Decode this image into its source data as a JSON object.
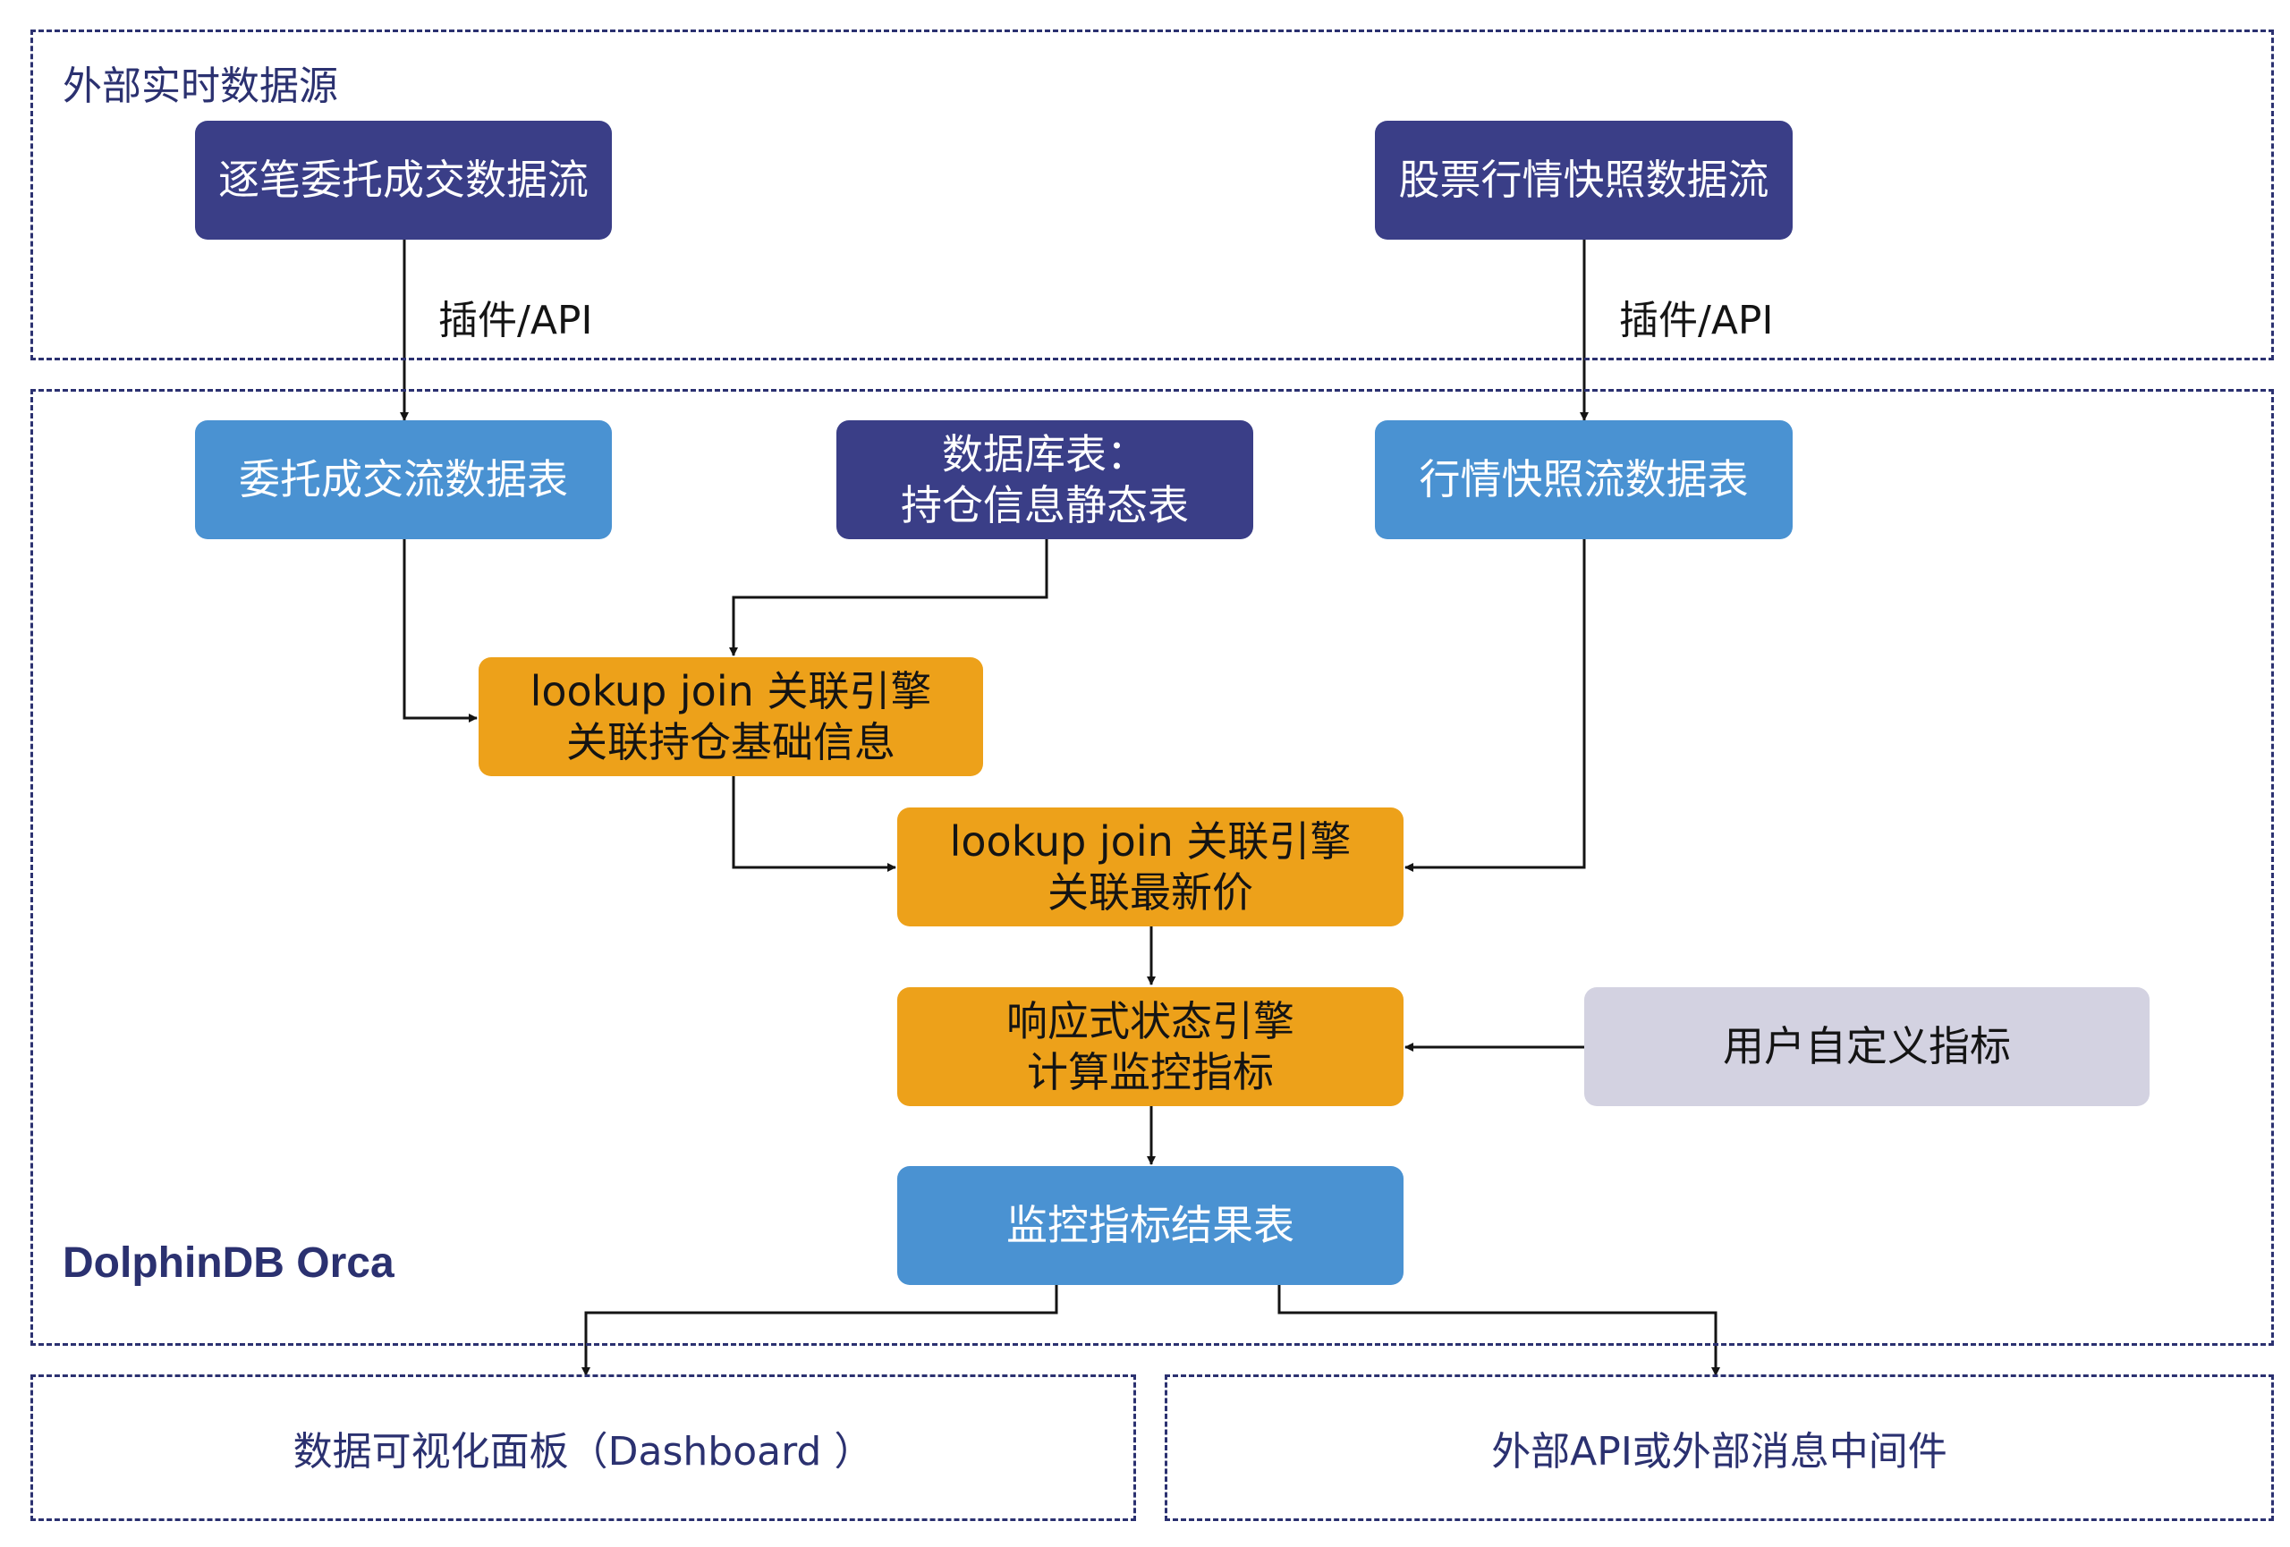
{
  "regions": {
    "external_sources": "外部实时数据源",
    "orca": "DolphinDB Orca",
    "dashboard": "数据可视化面板（Dashboard ）",
    "external_api": "外部API或外部消息中间件"
  },
  "nodes": {
    "order_stream": [
      "逐笔委托成交数据流"
    ],
    "quote_stream": [
      "股票行情快照数据流"
    ],
    "order_table": [
      "委托成交流数据表"
    ],
    "position_table": [
      "数据库表：",
      "持仓信息静态表"
    ],
    "quote_table": [
      "行情快照流数据表"
    ],
    "lookup_join_1": [
      "lookup join 关联引擎",
      "关联持仓基础信息"
    ],
    "lookup_join_2": [
      "lookup join 关联引擎",
      "关联最新价"
    ],
    "reactive_engine": [
      "响应式状态引擎",
      "计算监控指标"
    ],
    "user_metrics": [
      "用户自定义指标"
    ],
    "result_table": [
      "监控指标结果表"
    ]
  },
  "edge_labels": {
    "left_plugin": "插件/API",
    "right_plugin": "插件/API"
  },
  "colors": {
    "border": "#2b3170",
    "source_node": "#3a3e87",
    "table_node": "#4a92d2",
    "engine_node": "#eda11a",
    "user_node": "#d3d2e1",
    "wire": "#141414"
  }
}
